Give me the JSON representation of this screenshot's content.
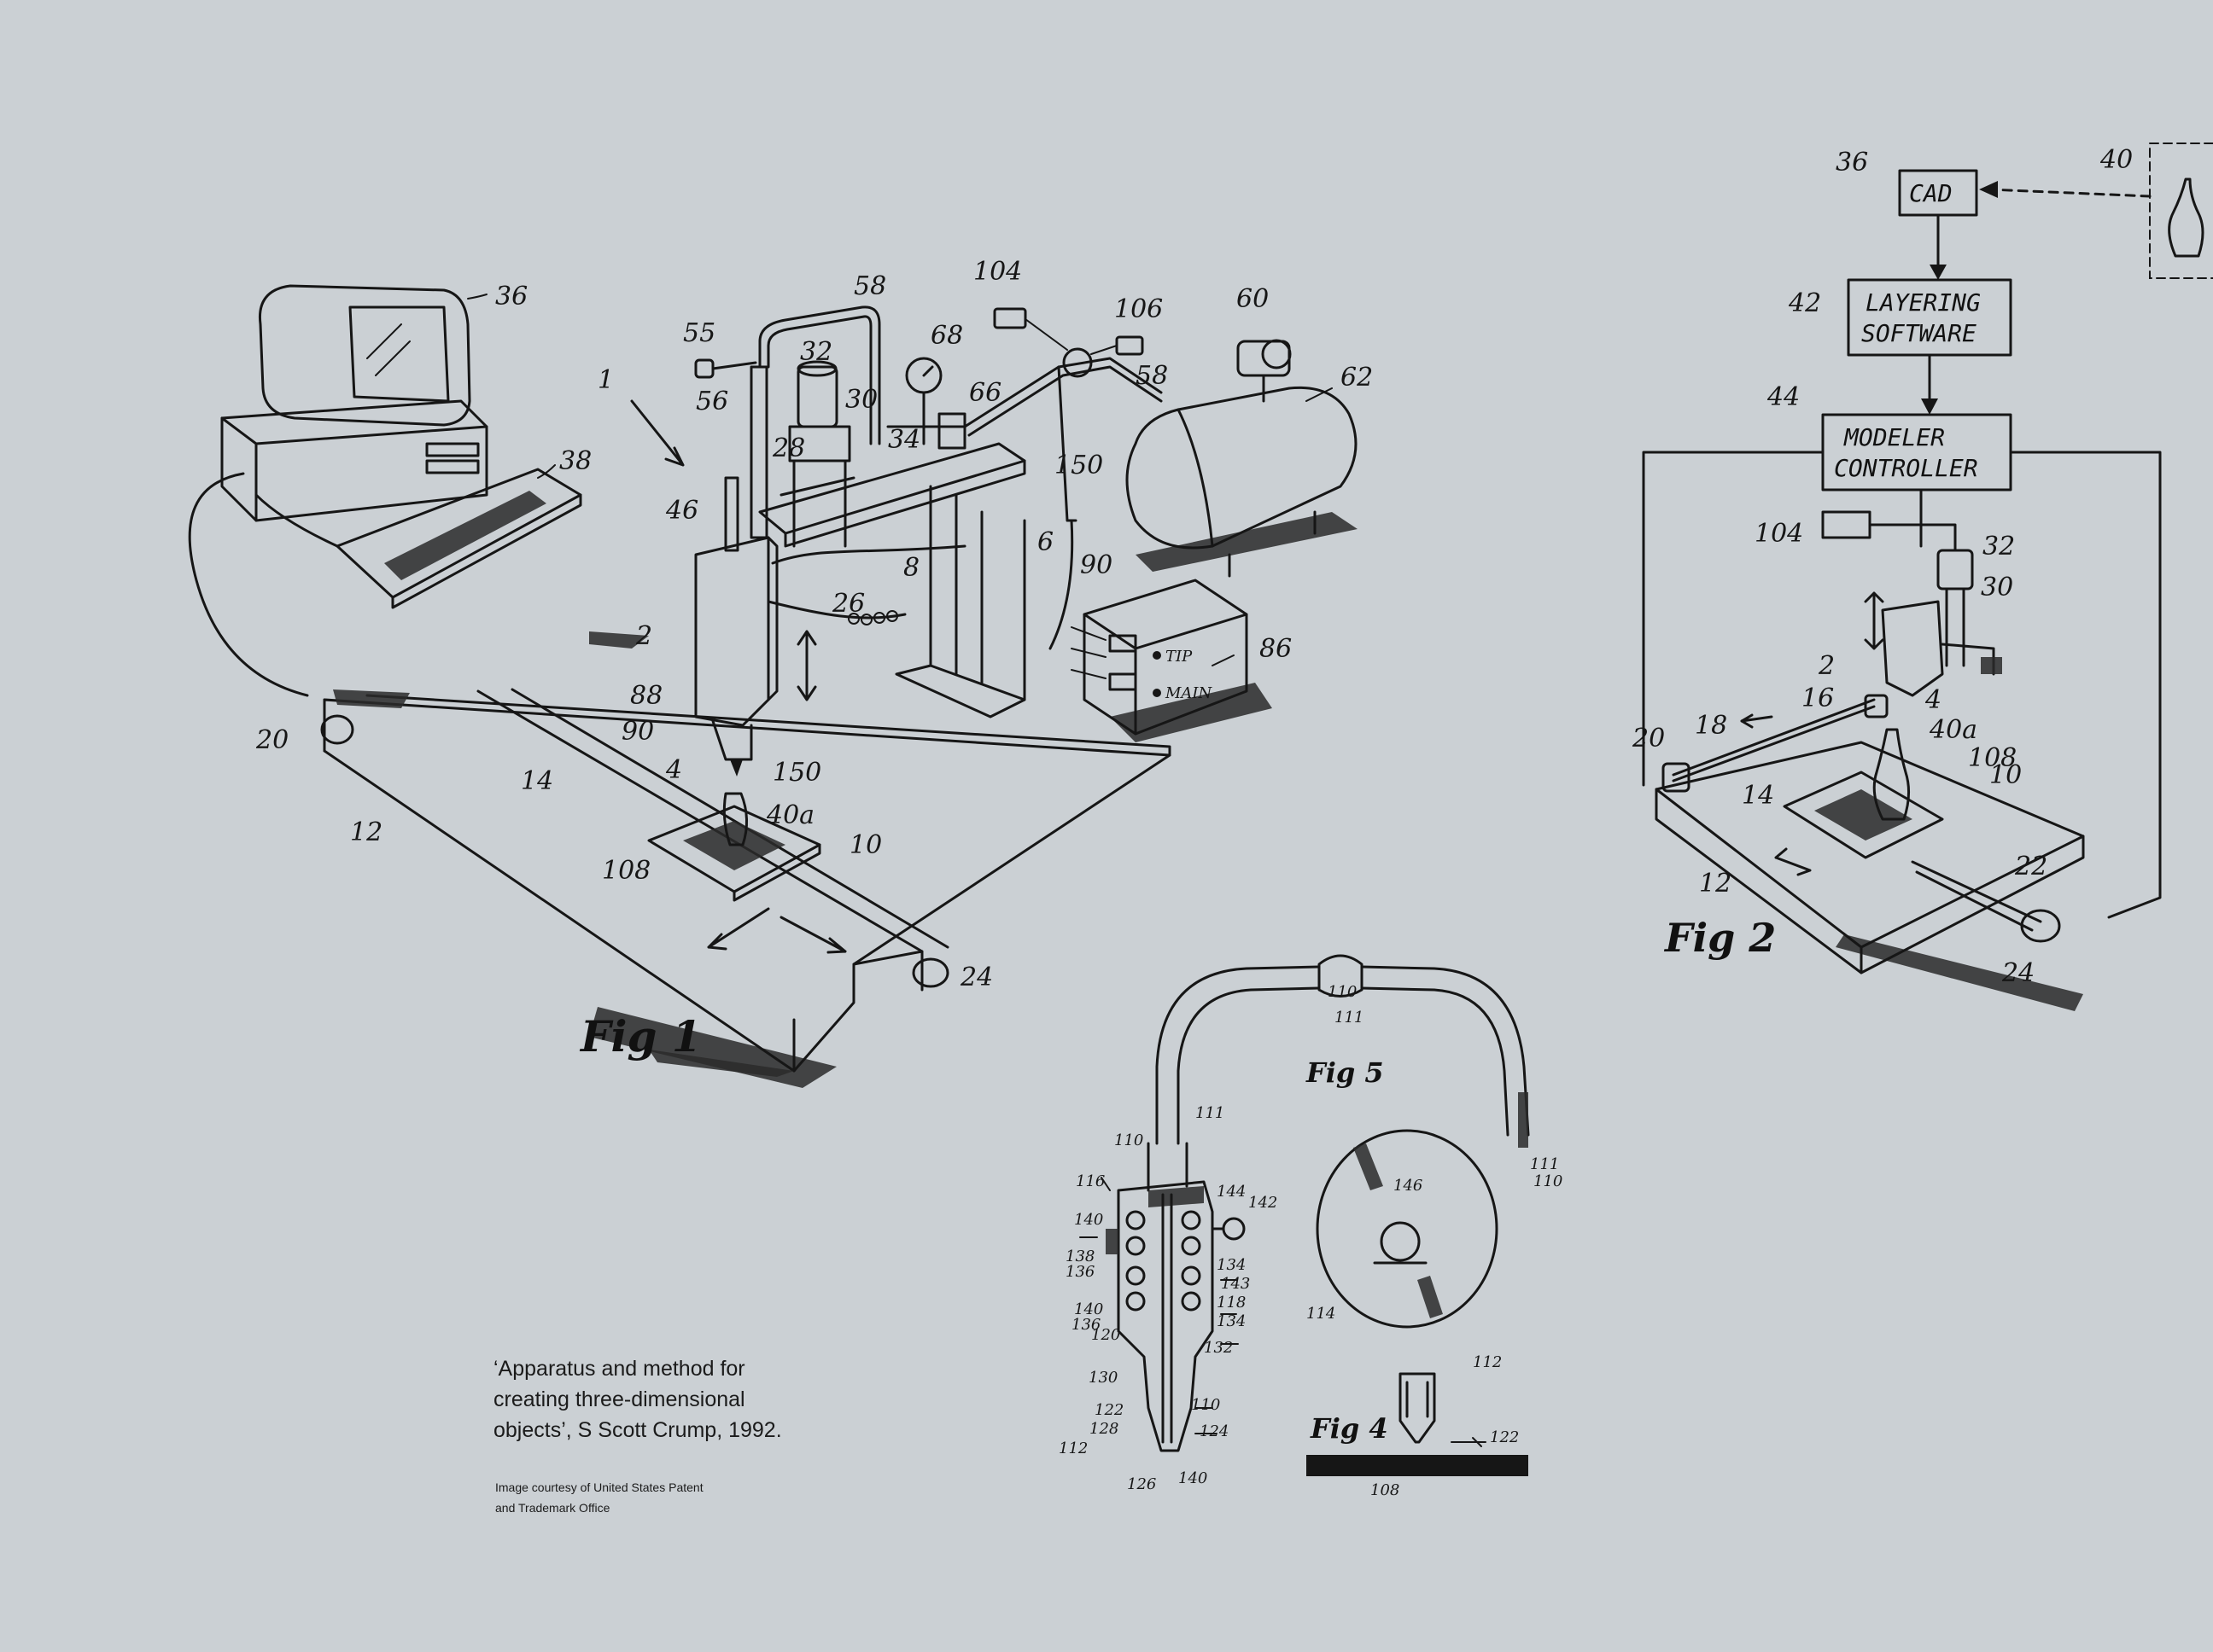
{
  "figures": {
    "fig1": "Fig 1",
    "fig2": "Fig 2",
    "fig4": "Fig 4",
    "fig5": "Fig 5"
  },
  "flowchart": {
    "cad": "CAD",
    "layering_1": "LAYERING",
    "layering_2": "SOFTWARE",
    "controller_1": "MODELER",
    "controller_2": "CONTROLLER"
  },
  "fig1_refs": {
    "r36": "36",
    "r38": "38",
    "r1": "1",
    "r55": "55",
    "r56": "56",
    "r32": "32",
    "r58": "58",
    "r68": "68",
    "r104": "104",
    "r106": "106",
    "r60": "60",
    "r62": "62",
    "r66": "66",
    "r58b": "58",
    "r30": "30",
    "r28": "28",
    "r34": "34",
    "r150": "150",
    "r46": "46",
    "r6": "6",
    "r90": "90",
    "r8": "8",
    "r26": "26",
    "r2": "2",
    "r86": "86",
    "r88": "88",
    "r90b": "90",
    "r20": "20",
    "r4": "4",
    "r150b": "150",
    "r14": "14",
    "r40a": "40a",
    "r12": "12",
    "r108": "108",
    "r10": "10",
    "r24": "24"
  },
  "fig2_refs": {
    "r36": "36",
    "r40": "40",
    "r42": "42",
    "r44": "44",
    "r104": "104",
    "r32": "32",
    "r30": "30",
    "r2": "2",
    "r16": "16",
    "r4": "4",
    "r20": "20",
    "r18": "18",
    "r40a": "40a",
    "r108": "108",
    "r10": "10",
    "r14": "14",
    "r12": "12",
    "r22": "22",
    "r24": "24"
  },
  "fig5_refs": {
    "r110": "110",
    "r111": "111",
    "r110b": "110",
    "r111b": "111",
    "r116": "116",
    "r144": "144",
    "r142": "142",
    "r140": "140",
    "r138": "138",
    "r136": "136",
    "r134": "134",
    "r143": "143",
    "r118": "118",
    "r134b": "134",
    "r140b": "140",
    "r136b": "136",
    "r120": "120",
    "r132": "132",
    "r130": "130",
    "r110c": "110",
    "r122": "122",
    "r128": "128",
    "r124": "124",
    "r112": "112",
    "r126": "126",
    "r146": "146",
    "r114": "114"
  },
  "fig4_refs": {
    "r112": "112",
    "r122": "122",
    "r108": "108"
  },
  "caption": {
    "line1": "‘Apparatus and method for",
    "line2": "creating three-dimensional",
    "line3": "objects’, S Scott Crump, 1992.",
    "credit1": "Image courtesy of United States Patent",
    "credit2": "and Trademark Office"
  }
}
